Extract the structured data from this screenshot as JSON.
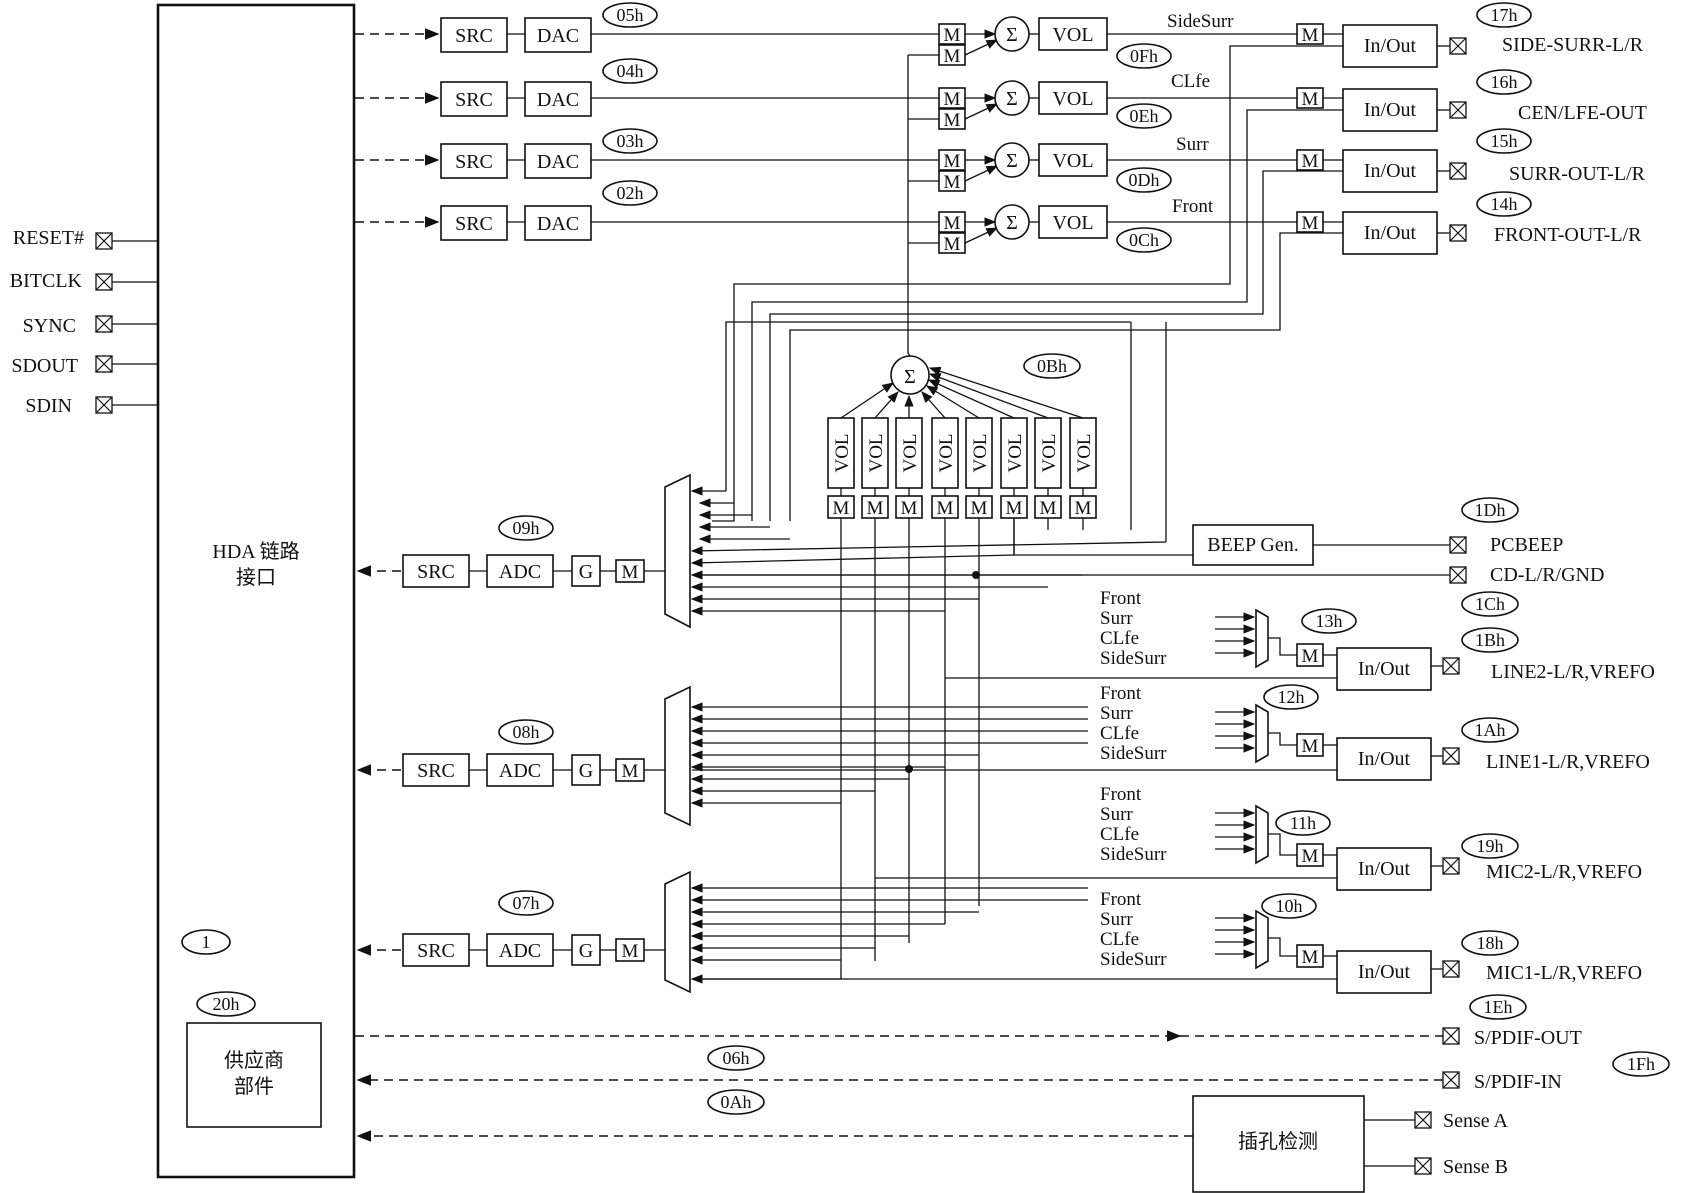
{
  "hda": {
    "line1": "HDA 链路",
    "line2": "接口",
    "tag": "1"
  },
  "vendor": {
    "line1": "供应商",
    "line2": "部件",
    "tag": "20h"
  },
  "link_pins": [
    "RESET#",
    "BITCLK",
    "SYNC",
    "SDOUT",
    "SDIN"
  ],
  "labels": {
    "src": "SRC",
    "dac": "DAC",
    "adc": "ADC",
    "gain": "G",
    "mute": "M",
    "vol": "VOL",
    "sum": "Σ",
    "inout": "In/Out"
  },
  "dac_paths": [
    {
      "dac": "05h",
      "mixer": "0Fh",
      "name": "SideSurr",
      "pin": "17h",
      "out": "SIDE-SURR-L/R"
    },
    {
      "dac": "04h",
      "mixer": "0Eh",
      "name": "CLfe",
      "pin": "16h",
      "out": "CEN/LFE-OUT"
    },
    {
      "dac": "03h",
      "mixer": "0Dh",
      "name": "Surr",
      "pin": "15h",
      "out": "SURR-OUT-L/R"
    },
    {
      "dac": "02h",
      "mixer": "0Ch",
      "name": "Front",
      "pin": "14h",
      "out": "FRONT-OUT-L/R"
    }
  ],
  "main_mixer": "0Bh",
  "adc_paths": [
    "09h",
    "08h",
    "07h"
  ],
  "beep": {
    "label": "BEEP Gen.",
    "pin": "1Dh",
    "out": "PCBEEP"
  },
  "cd": {
    "pin": "1Ch",
    "out": "CD-L/R/GND"
  },
  "sel_inputs": [
    "Front",
    "Surr",
    "CLfe",
    "SideSurr"
  ],
  "io_pins": [
    {
      "sel": "13h",
      "pin": "1Bh",
      "out": "LINE2-L/R,VREFO"
    },
    {
      "sel": "12h",
      "pin": "1Ah",
      "out": "LINE1-L/R,VREFO"
    },
    {
      "sel": "11h",
      "pin": "19h",
      "out": "MIC2-L/R,VREFO"
    },
    {
      "sel": "10h",
      "pin": "18h",
      "out": "MIC1-L/R,VREFO"
    }
  ],
  "spdif": {
    "out_tag": "1Eh",
    "out": "S/PDIF-OUT",
    "in_tag": "06h",
    "in_pin": "1Fh",
    "in": "S/PDIF-IN"
  },
  "jack": {
    "label": "插孔检测",
    "tag": "0Ah",
    "sense_a": "Sense A",
    "sense_b": "Sense B"
  },
  "colors": {
    "line": "#111111",
    "bg": "#ffffff"
  }
}
